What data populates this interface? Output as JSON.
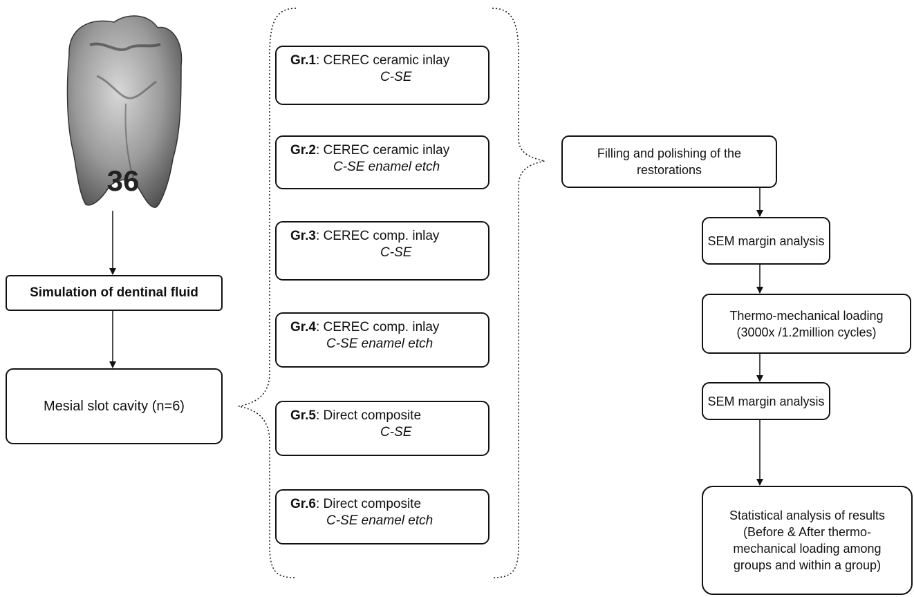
{
  "tooth": {
    "number": "36"
  },
  "left": {
    "simulation": "Simulation of dentinal fluid",
    "cavity": "Mesial slot cavity (n=6)"
  },
  "groups": [
    {
      "id": "Gr.1",
      "text": ": CEREC ceramic inlay",
      "method": "C-SE"
    },
    {
      "id": "Gr.2",
      "text": ": CEREC ceramic inlay",
      "method": "C-SE enamel etch"
    },
    {
      "id": "Gr.3",
      "text": ": CEREC comp. inlay",
      "method": "C-SE"
    },
    {
      "id": "Gr.4",
      "text": ": CEREC comp. inlay",
      "method": "C-SE enamel etch"
    },
    {
      "id": "Gr.5",
      "text": ": Direct composite",
      "method": "C-SE"
    },
    {
      "id": "Gr.6",
      "text": ": Direct composite",
      "method": "C-SE enamel etch"
    }
  ],
  "right": {
    "filling": [
      "Filling and polishing of the",
      "restorations"
    ],
    "sem1": "SEM margin analysis",
    "thermo": [
      "Thermo-mechanical loading",
      "(3000x /1.2million cycles)"
    ],
    "sem2": "SEM margin analysis",
    "stats": [
      "Statistical analysis of results",
      "(Before & After thermo-",
      "mechanical loading among",
      "groups and within a group)"
    ]
  }
}
